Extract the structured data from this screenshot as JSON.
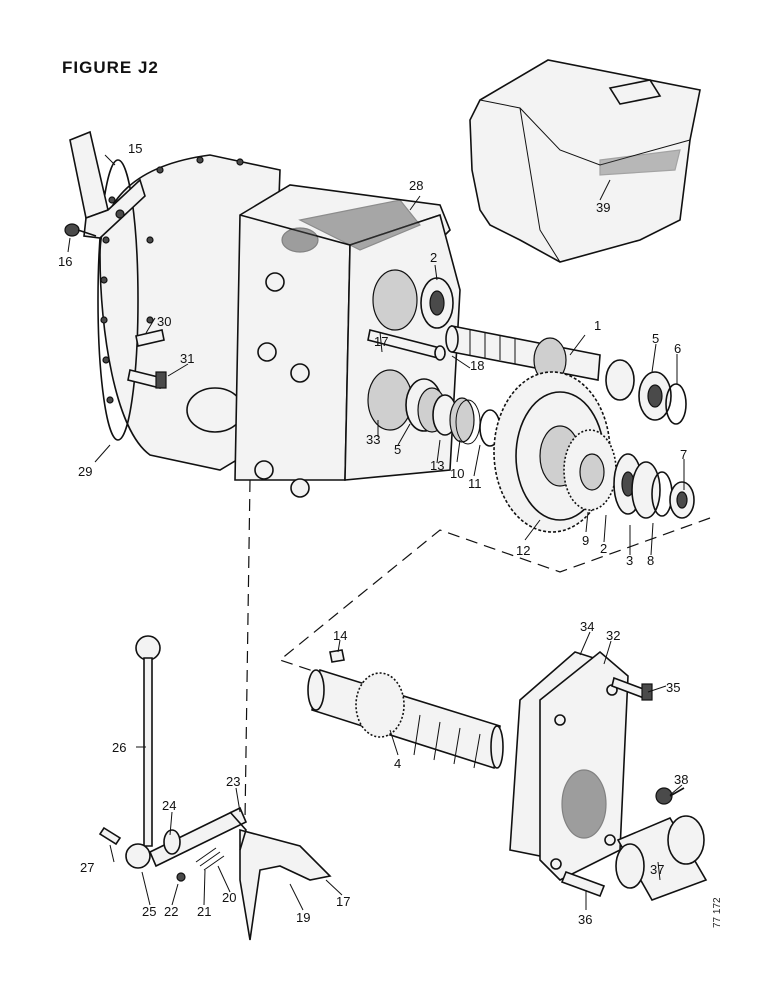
{
  "figure": {
    "title": "FIGURE  J2",
    "ref_code": "77 172"
  },
  "callouts": {
    "c1": "1",
    "c2a": "2",
    "c2b": "2",
    "c3": "3",
    "c4": "4",
    "c5a": "5",
    "c5b": "5",
    "c6": "6",
    "c7": "7",
    "c8": "8",
    "c9": "9",
    "c10": "10",
    "c11": "11",
    "c12": "12",
    "c13": "13",
    "c14": "14",
    "c15": "15",
    "c16": "16",
    "c17a": "17",
    "c17b": "17",
    "c18": "18",
    "c19": "19",
    "c20": "20",
    "c21": "21",
    "c22": "22",
    "c23": "23",
    "c24": "24",
    "c25": "25",
    "c26": "26",
    "c27": "27",
    "c28": "28",
    "c29": "29",
    "c30": "30",
    "c31": "31",
    "c32": "32",
    "c33": "33",
    "c34": "34",
    "c35": "35",
    "c36": "36",
    "c37": "37",
    "c38": "38",
    "c39": "39"
  }
}
